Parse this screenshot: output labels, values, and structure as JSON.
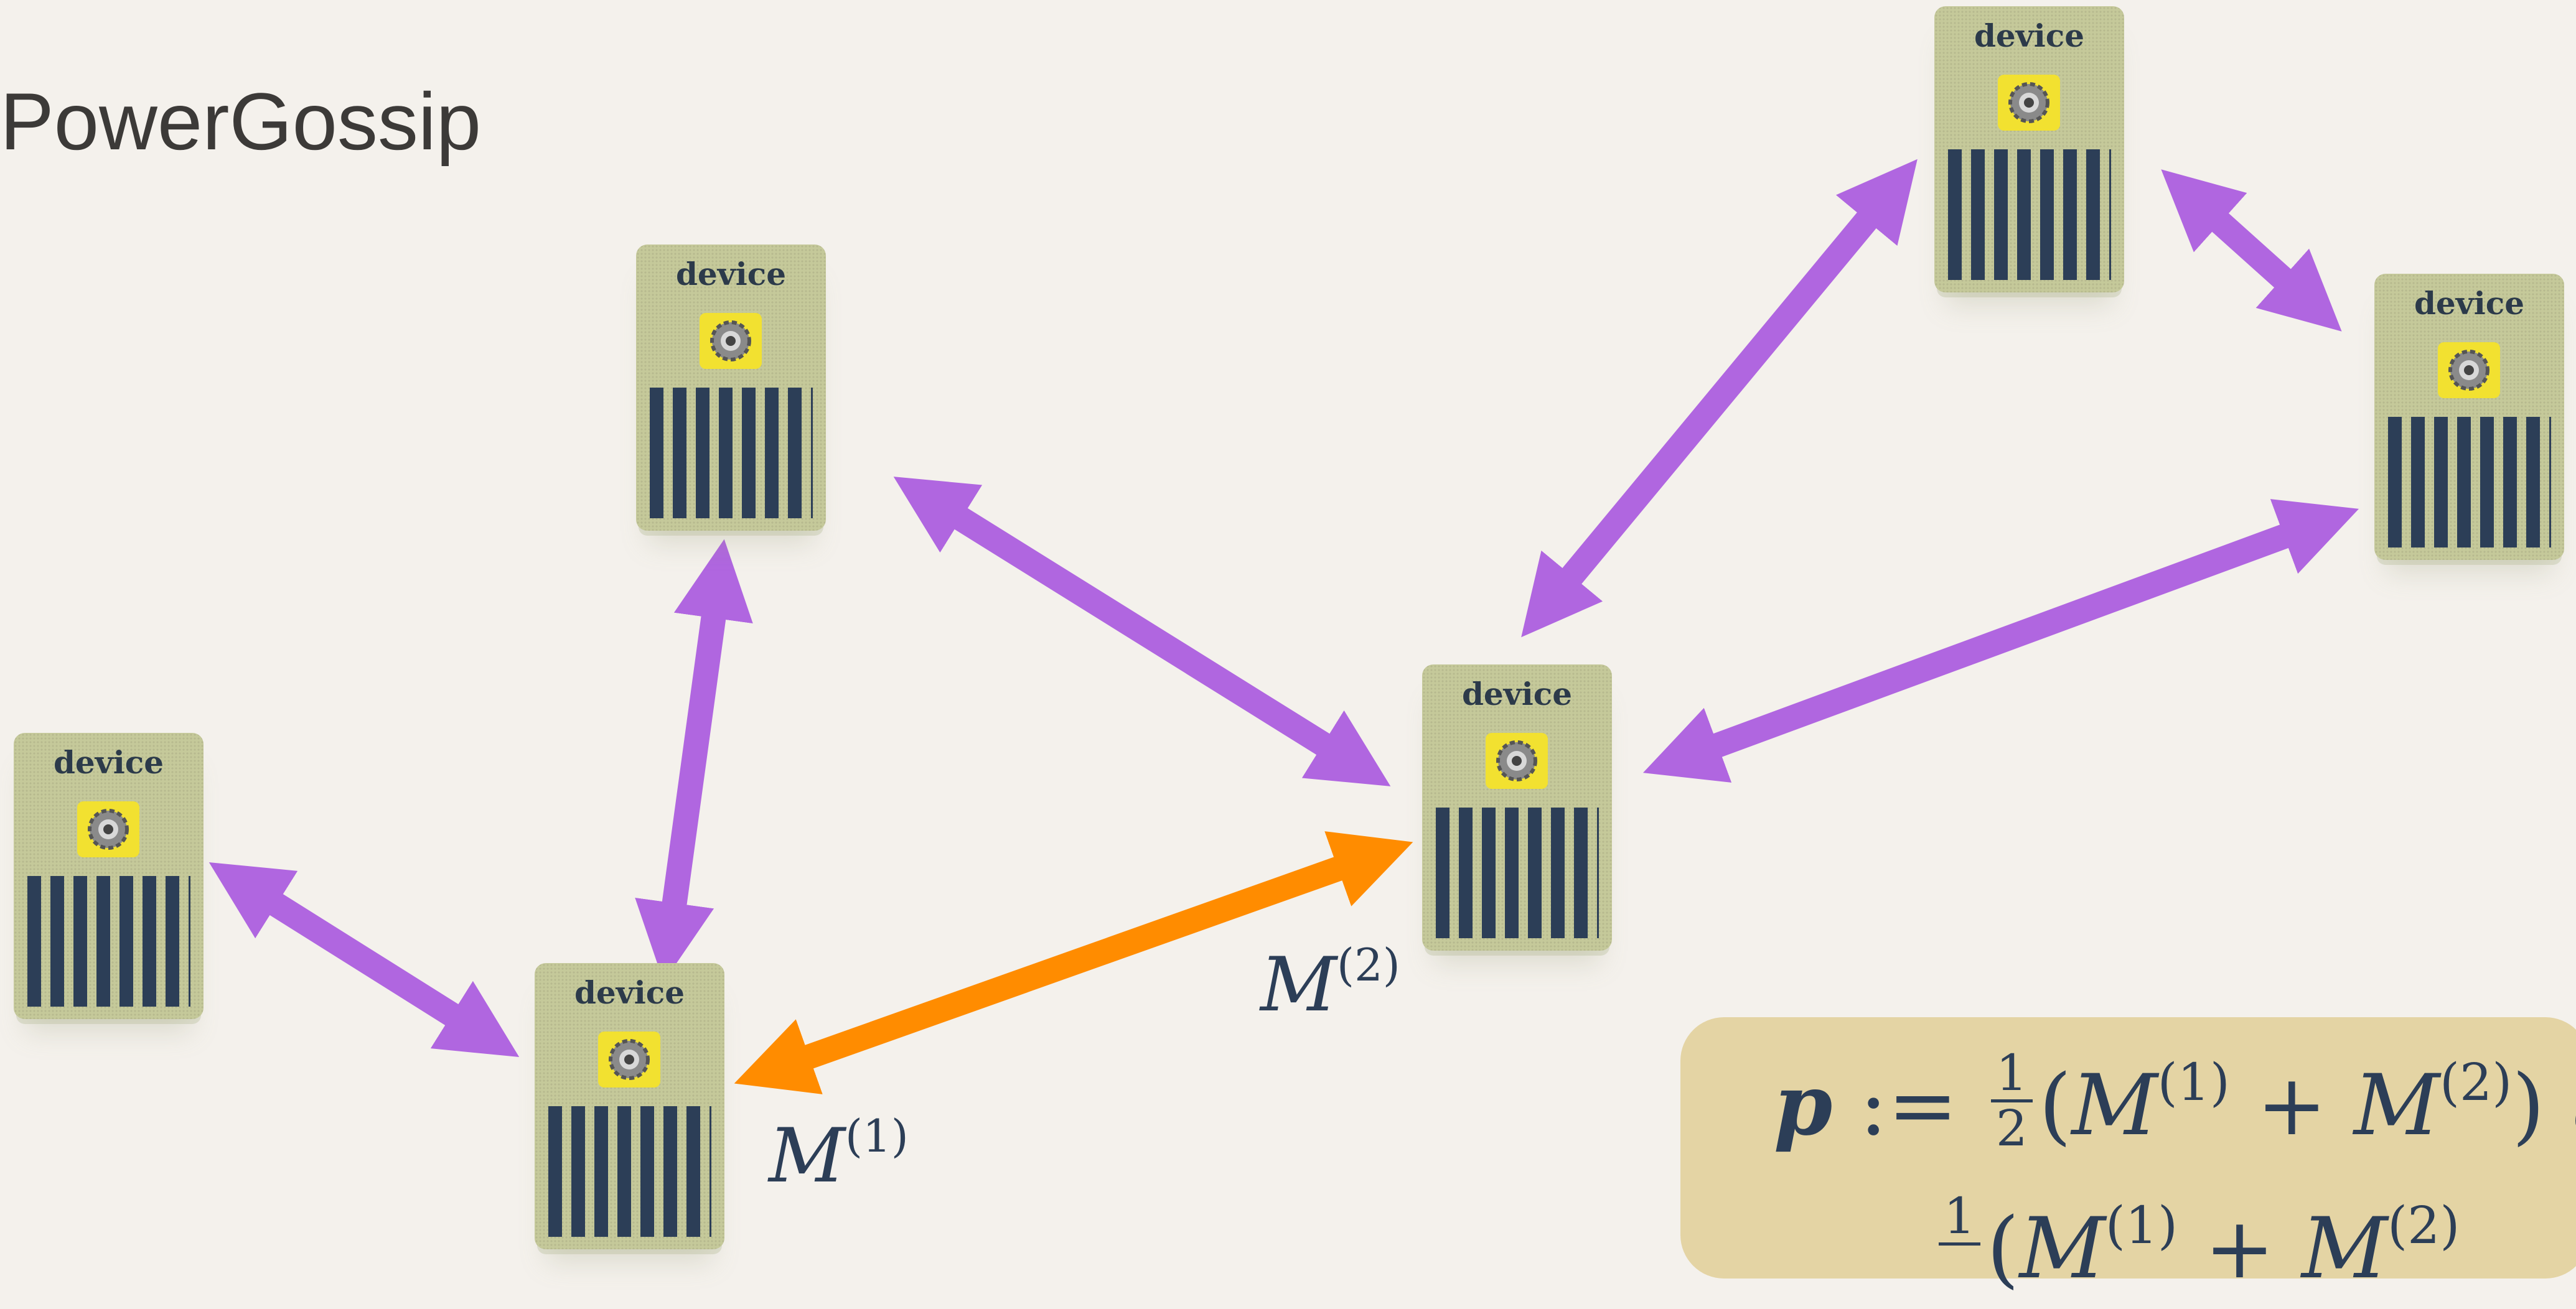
{
  "title": "PowerGossip",
  "device_label": "device",
  "devices": [
    {
      "id": "d1",
      "label": "device"
    },
    {
      "id": "d2",
      "label": "device"
    },
    {
      "id": "d3",
      "label": "device"
    },
    {
      "id": "d4",
      "label": "device"
    },
    {
      "id": "d5",
      "label": "device"
    },
    {
      "id": "d6",
      "label": "device"
    }
  ],
  "links": [
    {
      "from": "d1",
      "to": "d2",
      "color": "#b066e0"
    },
    {
      "from": "d2",
      "to": "d3",
      "color": "#b066e0"
    },
    {
      "from": "d3",
      "to": "d4",
      "color": "#b066e0"
    },
    {
      "from": "d4",
      "to": "d5",
      "color": "#b066e0"
    },
    {
      "from": "d5",
      "to": "d6",
      "color": "#b066e0"
    },
    {
      "from": "d4",
      "to": "d6",
      "color": "#b066e0"
    },
    {
      "from": "d2",
      "to": "d4",
      "color": "#ff8c00",
      "active": true
    }
  ],
  "labels": {
    "m1_base": "M",
    "m1_sup": "(1)",
    "m2_base": "M",
    "m2_sup": "(2)"
  },
  "formula": {
    "line1": {
      "lhs": "p",
      "assign": ":=",
      "frac_num": "1",
      "frac_den": "2",
      "open": "(",
      "m1": "M",
      "m1_sup": "(1)",
      "plus": "+",
      "m2": "M",
      "m2_sup": "(2)",
      "close": ")",
      "tail": "q"
    },
    "line2": {
      "frac_num": "1",
      "open": "(",
      "m1": "M",
      "m1_sup": "(1)",
      "plus": "+",
      "m2": "M",
      "m2_sup": "(2)"
    }
  },
  "colors": {
    "background": "#f4f1ec",
    "link": "#b066e0",
    "active_link": "#ff8c00",
    "device": "#c5c99a",
    "device_bars": "#2c3e57",
    "icon_bg": "#f2e130",
    "formula_box": "#e4d4a4"
  },
  "icons": {
    "device_icon": "gear-icon"
  }
}
